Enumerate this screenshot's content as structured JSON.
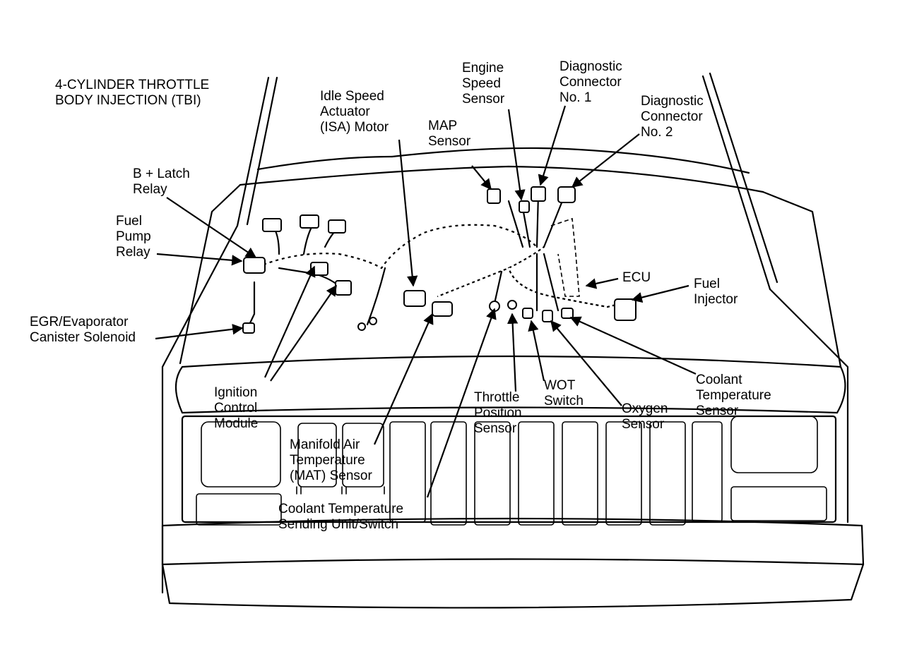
{
  "title": [
    "4-CYLINDER THROTTLE",
    "BODY INJECTION (TBI)"
  ],
  "labels": {
    "idle_speed": [
      "Idle Speed",
      "Actuator",
      "(ISA) Motor"
    ],
    "engine_speed": [
      "Engine",
      "Speed",
      "Sensor"
    ],
    "diag1": [
      "Diagnostic",
      "Connector",
      "No. 1"
    ],
    "diag2": [
      "Diagnostic",
      "Connector",
      "No. 2"
    ],
    "map": [
      "MAP",
      "Sensor"
    ],
    "b_latch": [
      "B + Latch",
      "Relay"
    ],
    "fuel_pump": [
      "Fuel",
      "Pump",
      "Relay"
    ],
    "egr": [
      "EGR/Evaporator",
      "Canister Solenoid"
    ],
    "ecu": [
      "ECU"
    ],
    "fuel_injector": [
      "Fuel",
      "Injector"
    ],
    "ignition": [
      "Ignition",
      "Control",
      "Module"
    ],
    "throttle": [
      "Throttle",
      "Position",
      "Sensor"
    ],
    "wot": [
      "WOT",
      "Switch"
    ],
    "oxygen": [
      "Oxygen",
      "Sensor"
    ],
    "coolant_temp": [
      "Coolant",
      "Temperature",
      "Sensor"
    ],
    "mat": [
      "Manifold Air",
      "Temperature",
      "(MAT) Sensor"
    ],
    "coolant_sending": [
      "Coolant Temperature",
      "Sending Unit/Switch"
    ]
  }
}
